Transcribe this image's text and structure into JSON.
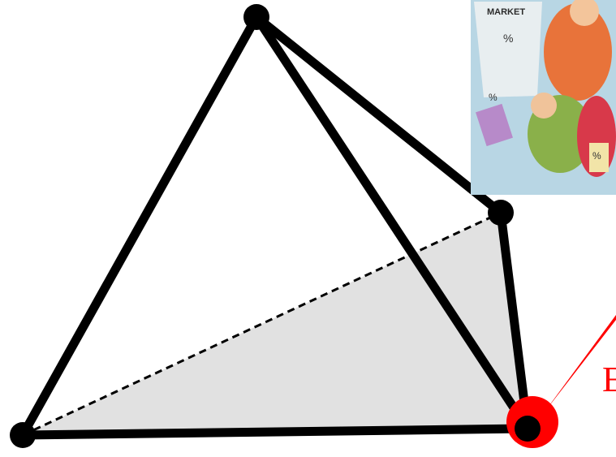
{
  "diagram": {
    "type": "tetrahedron",
    "vertices": [
      {
        "id": "apex"
      },
      {
        "id": "back-right"
      },
      {
        "id": "front-left"
      },
      {
        "id": "front-right"
      }
    ],
    "highlighted_vertex": "front-right",
    "visible_edges": [
      [
        "apex",
        "front-left"
      ],
      [
        "apex",
        "front-right"
      ],
      [
        "apex",
        "back-right"
      ],
      [
        "back-right",
        "front-right"
      ],
      [
        "front-left",
        "front-right"
      ]
    ],
    "hidden_edges": [
      [
        "front-left",
        "back-right"
      ]
    ],
    "shaded_face": [
      "front-left",
      "back-right",
      "front-right"
    ],
    "callout_label": "E"
  },
  "colors": {
    "edge": "#000000",
    "face_fill": "#e1e1e1",
    "highlight": "#ff0000",
    "background": "#ffffff"
  },
  "clipart": {
    "icon": "business-people-clipart",
    "visible_text": [
      "MARKET",
      "%",
      "%",
      "%"
    ]
  }
}
